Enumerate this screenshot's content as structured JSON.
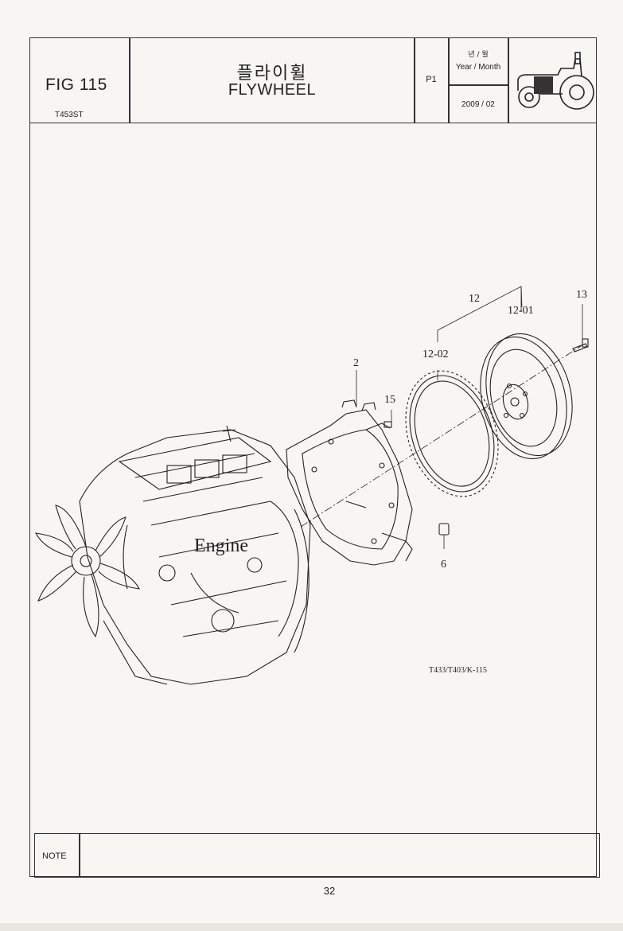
{
  "header": {
    "fig_label": "FIG 115",
    "model": "T453ST",
    "title_korean": "플라이휠",
    "title_english": "FLYWHEEL",
    "page_code": "P1",
    "year_month_korean": "년 / 월",
    "year_month_english": "Year / Month",
    "date": "2009 / 02"
  },
  "diagram": {
    "engine_label": "Engine",
    "reference_code": "T433/T403/K-115",
    "callouts": {
      "c2": "2",
      "c6": "6",
      "c12": "12",
      "c12_01": "12-01",
      "c12_02": "12-02",
      "c13": "13",
      "c15": "15"
    }
  },
  "footer": {
    "note_label": "NOTE",
    "page_number": "32"
  }
}
